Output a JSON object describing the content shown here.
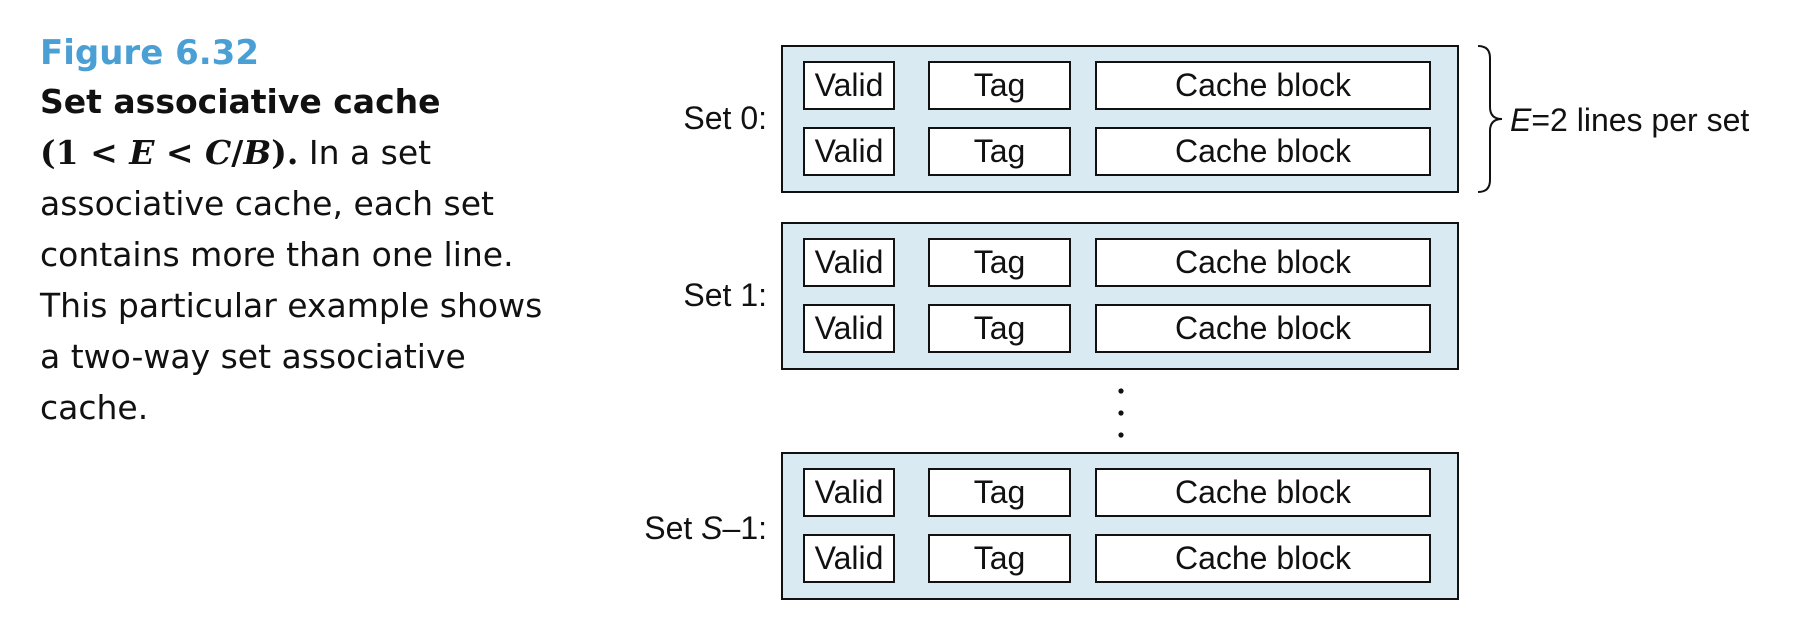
{
  "caption": {
    "figure_number": "Figure 6.32",
    "title": "Set associative cache",
    "condition_open": "(1 < ",
    "condition_e": "E",
    "condition_mid": " < ",
    "condition_c": "C",
    "condition_slash": "/",
    "condition_b": "B",
    "condition_close": ").",
    "body": " In a set associative cache, each set contains more than one line. This particular example shows a two-way set associative cache."
  },
  "sets": [
    {
      "label_prefix": "Set 0:",
      "label_var": "",
      "label_suffix": "",
      "lines": [
        {
          "valid": "Valid",
          "tag": "Tag",
          "block": "Cache block"
        },
        {
          "valid": "Valid",
          "tag": "Tag",
          "block": "Cache block"
        }
      ]
    },
    {
      "label_prefix": "Set 1:",
      "label_var": "",
      "label_suffix": "",
      "lines": [
        {
          "valid": "Valid",
          "tag": "Tag",
          "block": "Cache block"
        },
        {
          "valid": "Valid",
          "tag": "Tag",
          "block": "Cache block"
        }
      ]
    },
    {
      "label_prefix": "Set ",
      "label_var": "S",
      "label_suffix": "–1:",
      "lines": [
        {
          "valid": "Valid",
          "tag": "Tag",
          "block": "Cache block"
        },
        {
          "valid": "Valid",
          "tag": "Tag",
          "block": "Cache block"
        }
      ]
    }
  ],
  "lines_annotation": {
    "var": "E",
    "text": "=2 lines per set"
  },
  "colors": {
    "figure_number": "#4a9fd4",
    "set_fill": "#d9eaf3",
    "stroke": "#111111"
  }
}
